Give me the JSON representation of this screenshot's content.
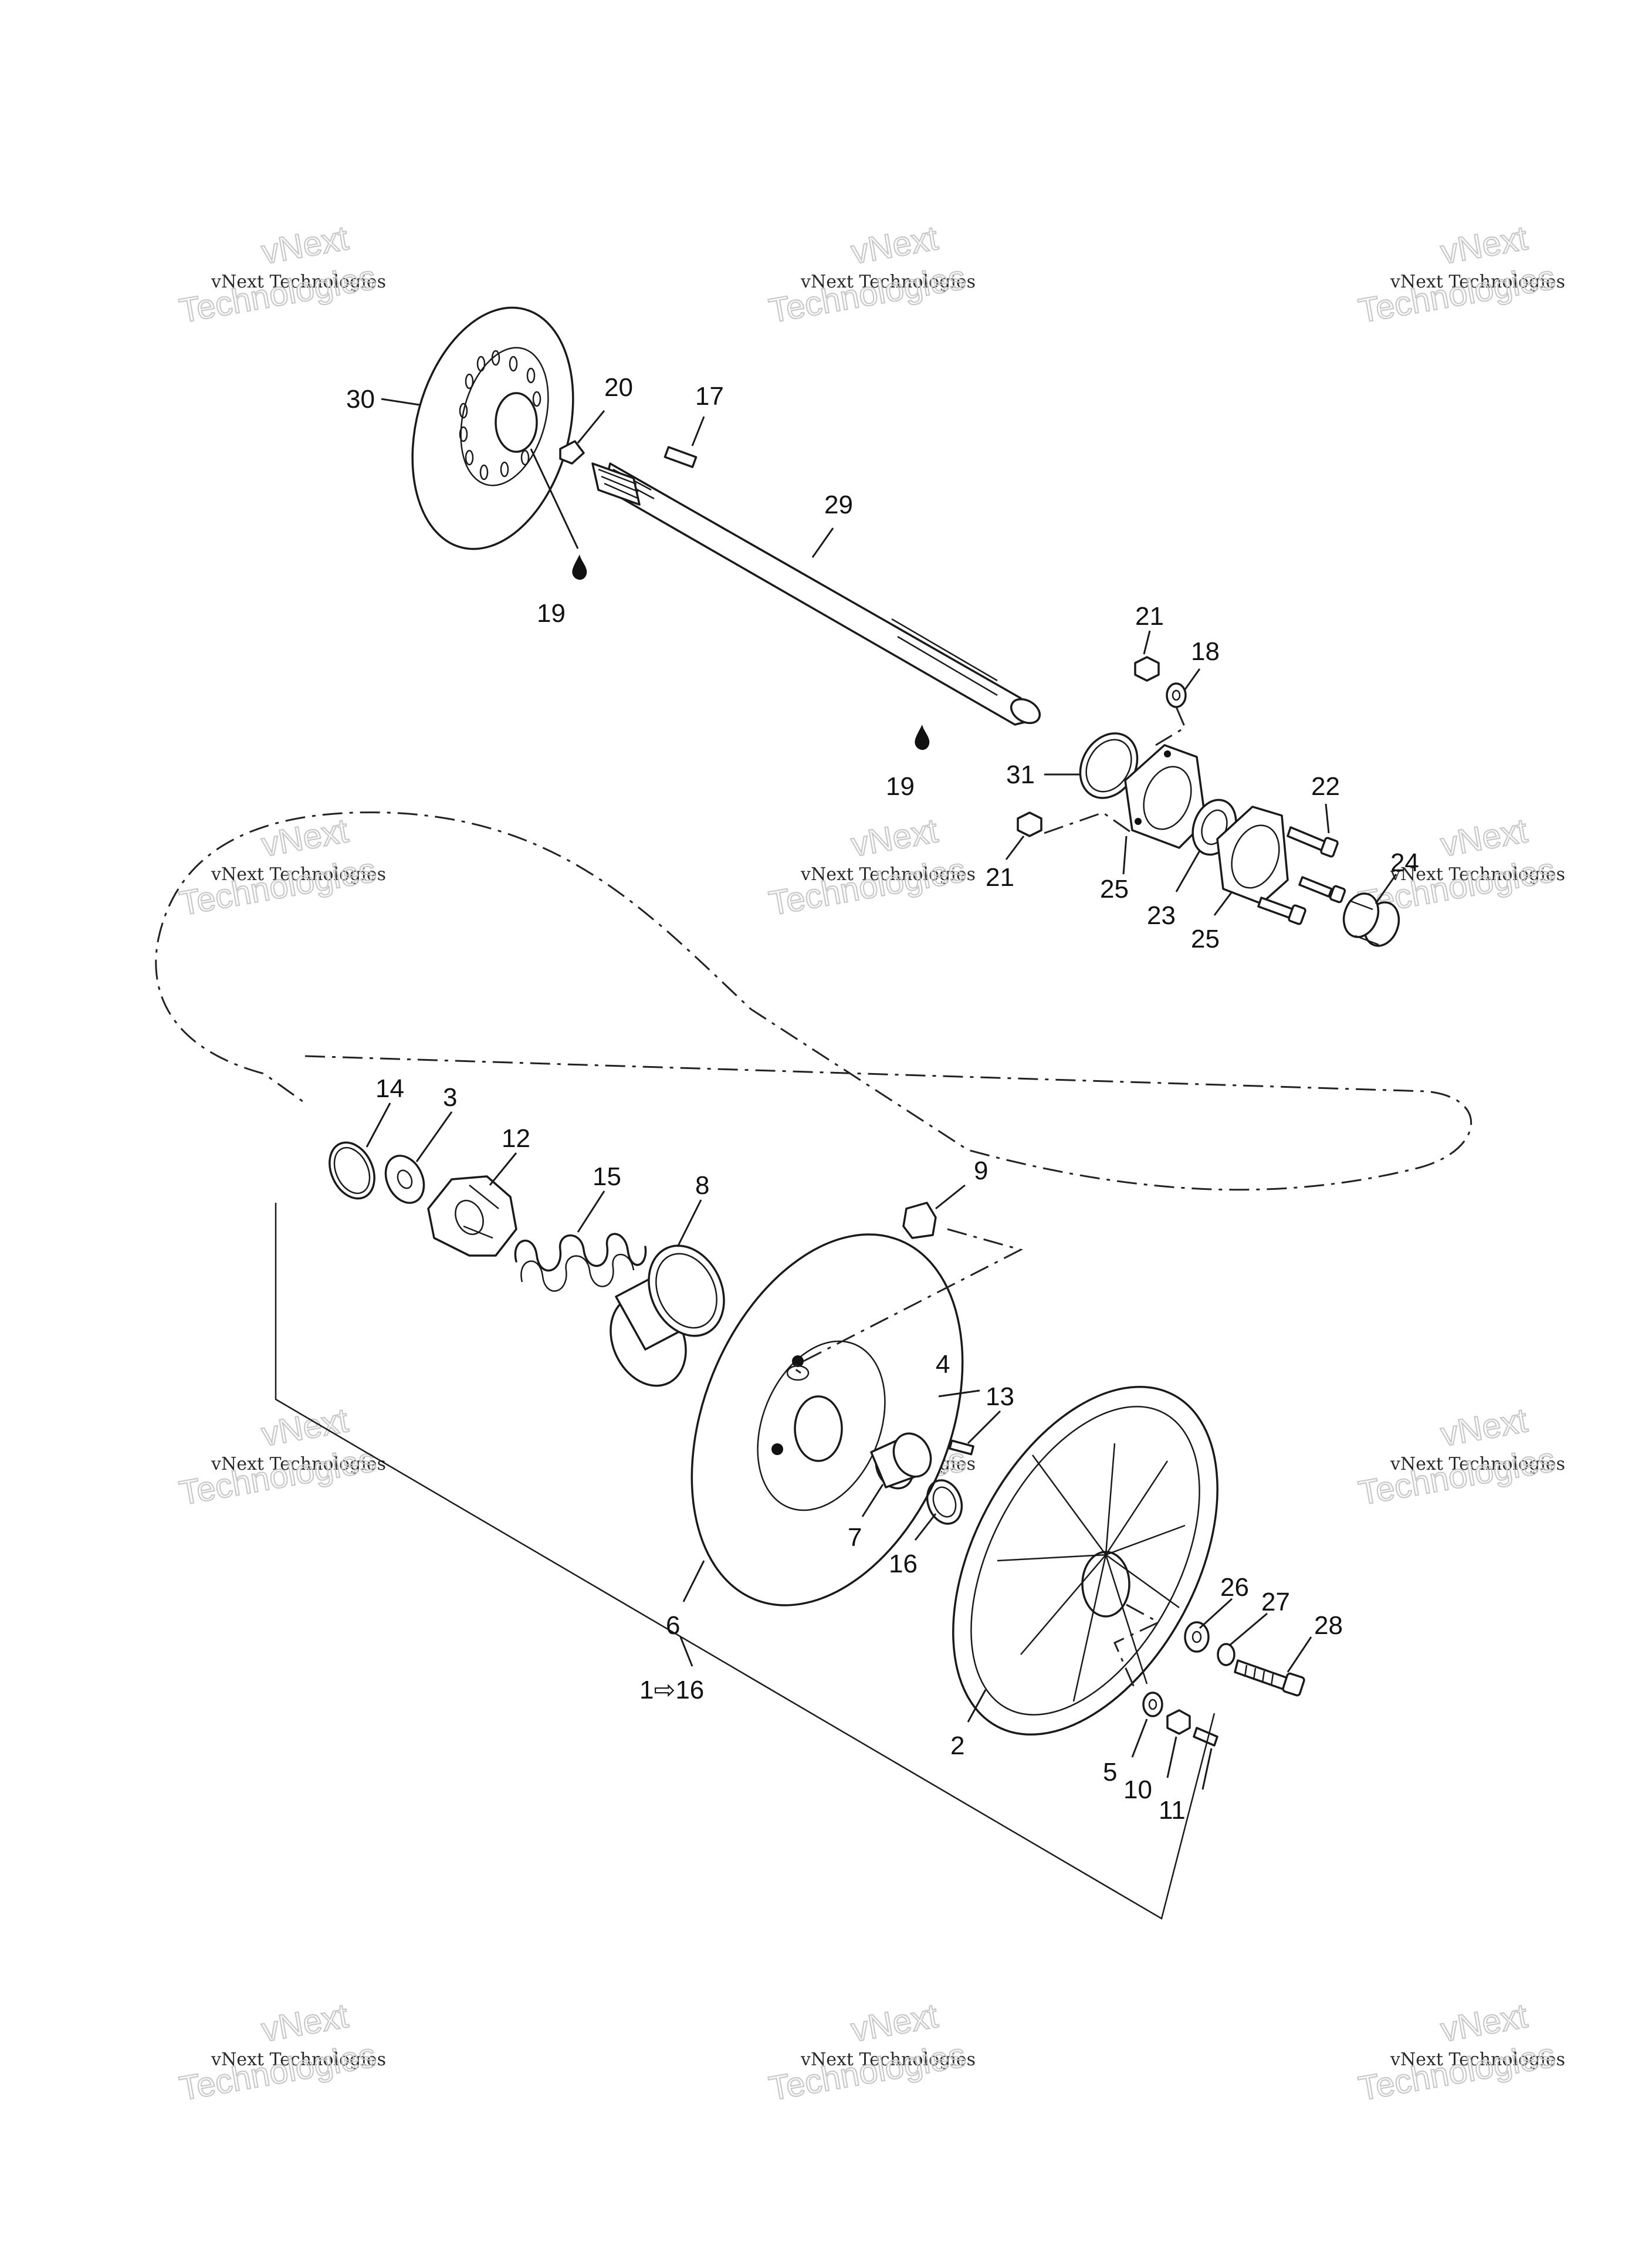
{
  "diagram": {
    "callouts": [
      "30",
      "20",
      "17",
      "29",
      "19",
      "19",
      "21",
      "18",
      "31",
      "22",
      "24",
      "21",
      "25",
      "23",
      "25",
      "14",
      "3",
      "12",
      "15",
      "8",
      "9",
      "4",
      "13",
      "7",
      "16",
      "6",
      "26",
      "27",
      "28",
      "1⇨16",
      "2",
      "5",
      "10",
      "11"
    ]
  },
  "watermark": {
    "line_small": "vNext Technologies",
    "line_big_top": "vNext",
    "line_big_bottom": "Technologies"
  }
}
